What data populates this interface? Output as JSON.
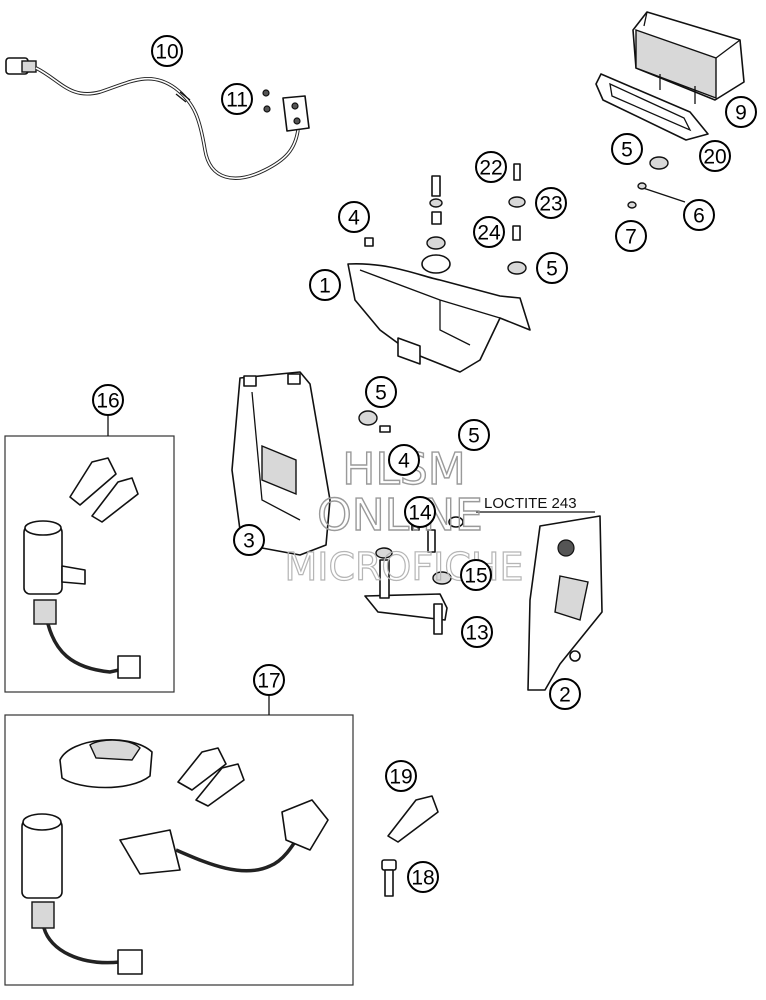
{
  "callouts": [
    {
      "id": "1",
      "label": "1"
    },
    {
      "id": "2",
      "label": "2"
    },
    {
      "id": "3",
      "label": "3"
    },
    {
      "id": "4a",
      "label": "4"
    },
    {
      "id": "4b",
      "label": "4"
    },
    {
      "id": "5a",
      "label": "5"
    },
    {
      "id": "5b",
      "label": "5"
    },
    {
      "id": "5c",
      "label": "5"
    },
    {
      "id": "5d",
      "label": "5"
    },
    {
      "id": "6",
      "label": "6"
    },
    {
      "id": "7",
      "label": "7"
    },
    {
      "id": "9",
      "label": "9"
    },
    {
      "id": "10",
      "label": "10"
    },
    {
      "id": "11",
      "label": "11"
    },
    {
      "id": "13",
      "label": "13"
    },
    {
      "id": "14",
      "label": "14"
    },
    {
      "id": "15",
      "label": "15"
    },
    {
      "id": "16",
      "label": "16"
    },
    {
      "id": "17",
      "label": "17"
    },
    {
      "id": "18",
      "label": "18"
    },
    {
      "id": "19",
      "label": "19"
    },
    {
      "id": "20",
      "label": "20"
    },
    {
      "id": "22",
      "label": "22"
    },
    {
      "id": "23",
      "label": "23"
    },
    {
      "id": "24",
      "label": "24"
    }
  ],
  "annotation": "LOCTITE 243",
  "watermark": {
    "line1": "HLSM",
    "line2": "ONLINE",
    "line3": "MICROFICHE"
  }
}
